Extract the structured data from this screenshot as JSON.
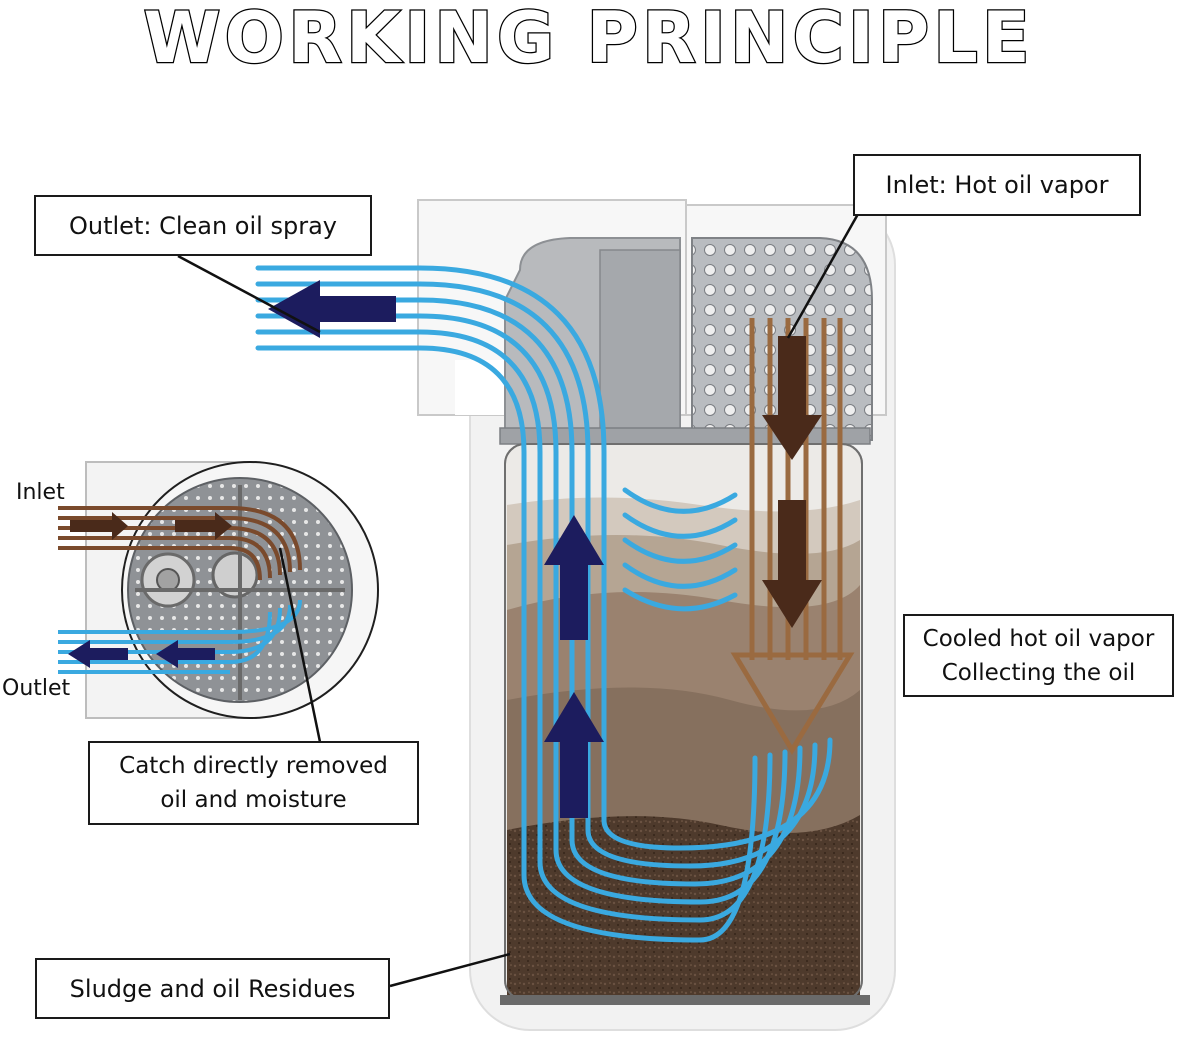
{
  "title": "WORKING PRINCIPLE",
  "labels": {
    "outlet_clean": "Outlet: Clean oil spray",
    "inlet_hot": "Inlet: Hot oil vapor",
    "cooled_line1": "Cooled hot oil vapor",
    "cooled_line2": "Collecting the oil",
    "catch_line1": "Catch directly removed",
    "catch_line2": "oil and moisture",
    "sludge": "Sludge and oil Residues",
    "inlet_small": "Inlet",
    "outlet_small": "Outlet"
  },
  "colors": {
    "clean_flow": "#3aa9e0",
    "hot_flow": "#8a5a35",
    "arrow_navy": "#1c1c5e",
    "arrow_brown": "#4a2a1a"
  }
}
